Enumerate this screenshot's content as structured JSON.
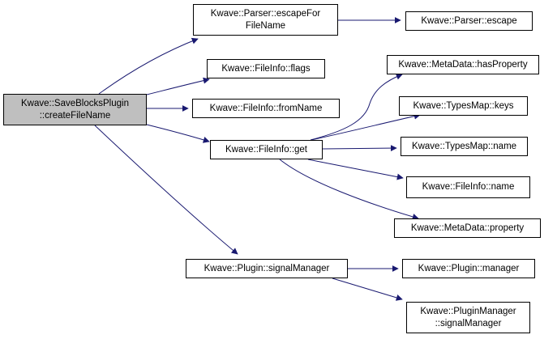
{
  "colors": {
    "edge": "#191970",
    "node_border": "#000000",
    "root_fill": "#bfbfbf",
    "node_fill": "#ffffff"
  },
  "nodes": {
    "root": "Kwave::SaveBlocksPlugin\n::createFileName",
    "escape_for_file_name": "Kwave::Parser::escapeFor\nFileName",
    "parser_escape": "Kwave::Parser::escape",
    "fileinfo_flags": "Kwave::FileInfo::flags",
    "fileinfo_from_name": "Kwave::FileInfo::fromName",
    "fileinfo_get": "Kwave::FileInfo::get",
    "metadata_has_property": "Kwave::MetaData::hasProperty",
    "typesmap_keys": "Kwave::TypesMap::keys",
    "typesmap_name": "Kwave::TypesMap::name",
    "fileinfo_name": "Kwave::FileInfo::name",
    "metadata_property": "Kwave::MetaData::property",
    "plugin_signal_manager": "Kwave::Plugin::signalManager",
    "plugin_manager": "Kwave::Plugin::manager",
    "pluginmanager_signal_manager": "Kwave::PluginManager\n::signalManager"
  },
  "edges": [
    [
      "root",
      "escape_for_file_name"
    ],
    [
      "root",
      "fileinfo_flags"
    ],
    [
      "root",
      "fileinfo_from_name"
    ],
    [
      "root",
      "fileinfo_get"
    ],
    [
      "root",
      "plugin_signal_manager"
    ],
    [
      "escape_for_file_name",
      "parser_escape"
    ],
    [
      "fileinfo_get",
      "metadata_has_property"
    ],
    [
      "fileinfo_get",
      "typesmap_keys"
    ],
    [
      "fileinfo_get",
      "typesmap_name"
    ],
    [
      "fileinfo_get",
      "fileinfo_name"
    ],
    [
      "fileinfo_get",
      "metadata_property"
    ],
    [
      "plugin_signal_manager",
      "plugin_manager"
    ],
    [
      "plugin_signal_manager",
      "pluginmanager_signal_manager"
    ]
  ]
}
